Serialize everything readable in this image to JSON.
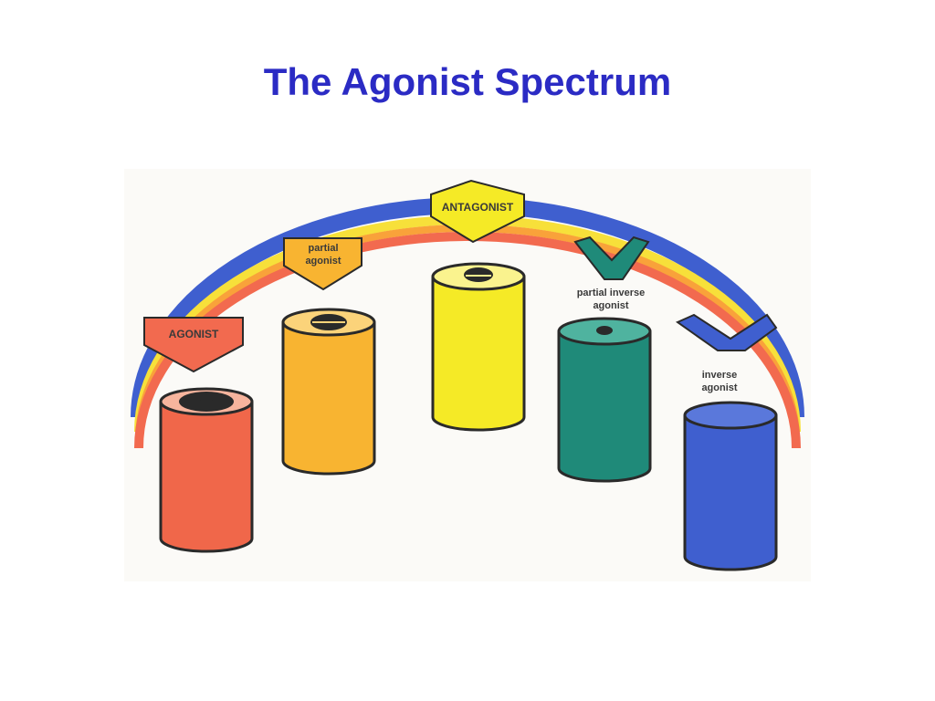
{
  "title": "The Agonist Spectrum",
  "labels": {
    "agonist": "AGONIST",
    "partial_agonist_line1": "partial",
    "partial_agonist_line2": "agonist",
    "antagonist": "ANTAGONIST",
    "partial_inverse_line1": "partial inverse",
    "partial_inverse_line2": "agonist",
    "inverse_line1": "inverse",
    "inverse_line2": "agonist"
  },
  "colors": {
    "title": "#2b2bc4",
    "rainbow_blue": "#3f5fcf",
    "rainbow_yellow": "#f7e03a",
    "rainbow_orange": "#f9a23a",
    "rainbow_red": "#f26a4f",
    "agonist": "#f0674a",
    "partial_agonist": "#f8b431",
    "antagonist": "#f5ea26",
    "partial_inverse_agonist": "#1f8a79",
    "inverse_agonist": "#3f5fcf"
  }
}
